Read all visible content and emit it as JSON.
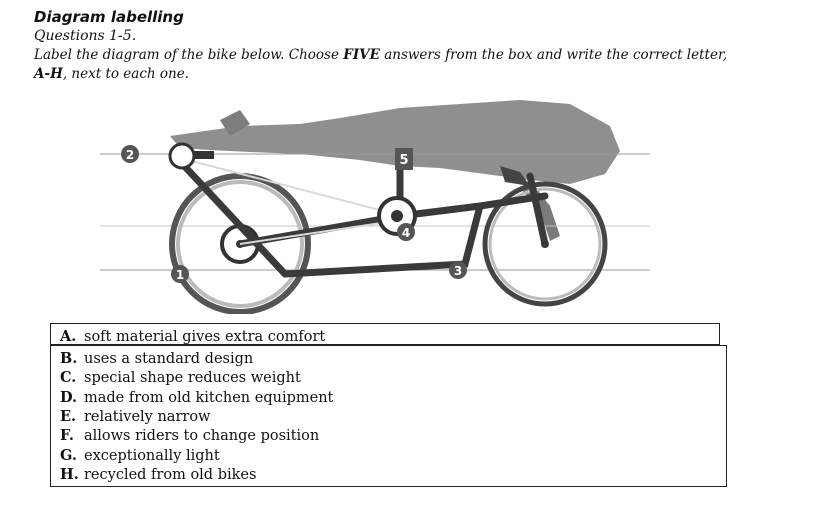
{
  "header": {
    "title": "Diagram labelling",
    "questions": "Questions 1-5.",
    "instruction_pre": "Label the diagram of the bike below. Choose ",
    "instruction_bold": "FIVE",
    "instruction_post": " answers from the box and write the correct letter,",
    "instruction_line2_bold": "A-H",
    "instruction_line2_post": ", next to each one."
  },
  "diagram": {
    "markers": [
      "1",
      "2",
      "3",
      "4",
      "5"
    ]
  },
  "options": [
    {
      "letter": "A.",
      "text": "soft material gives extra comfort"
    },
    {
      "letter": "B.",
      "text": "uses a standard design"
    },
    {
      "letter": "C.",
      "text": "special shape reduces weight"
    },
    {
      "letter": "D.",
      "text": "made from old kitchen equipment"
    },
    {
      "letter": "E.",
      "text": "relatively narrow"
    },
    {
      "letter": "F.",
      "text": "allows riders to change position"
    },
    {
      "letter": "G.",
      "text": "exceptionally light"
    },
    {
      "letter": "H.",
      "text": "recycled from old bikes"
    }
  ]
}
